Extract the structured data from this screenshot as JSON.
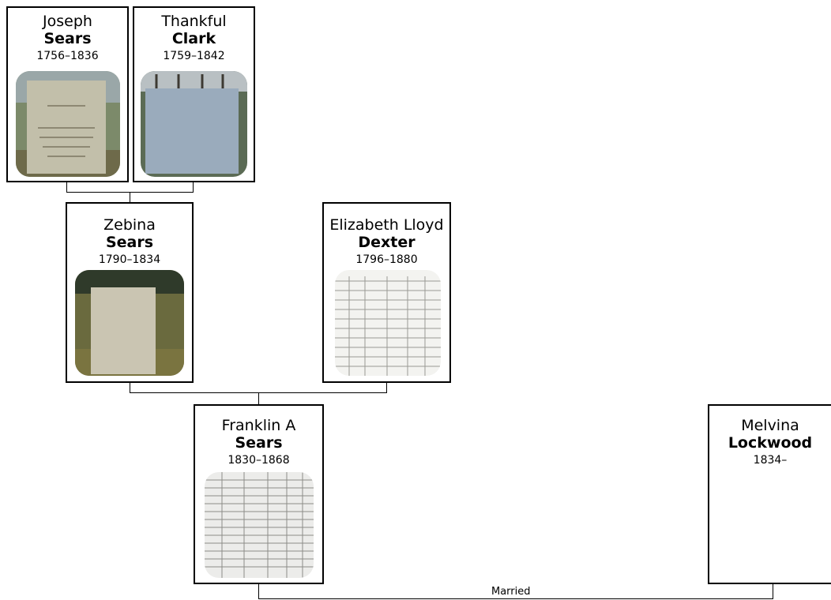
{
  "people": {
    "joseph_sears": {
      "given": "Joseph",
      "surname": "Sears",
      "dates": "1756–1836",
      "photo": "gravestone-photo"
    },
    "thankful_clark": {
      "given": "Thankful",
      "surname": "Clark",
      "dates": "1759–1842",
      "photo": "gravestone-photo"
    },
    "zebina_sears": {
      "given": "Zebina",
      "surname": "Sears",
      "dates": "1790–1834",
      "photo": "gravestone-photo"
    },
    "elizabeth_dexter": {
      "given": "Elizabeth Lloyd",
      "surname": "Dexter",
      "dates": "1796–1880",
      "photo": "census-record-photo"
    },
    "franklin_sears": {
      "given": "Franklin A",
      "surname": "Sears",
      "dates": "1830–1868",
      "photo": "census-record-photo"
    },
    "melvina_lockwood": {
      "given": "Melvina",
      "surname": "Lockwood",
      "dates": "1834–"
    }
  },
  "connectors": {
    "married_label": "Married"
  }
}
